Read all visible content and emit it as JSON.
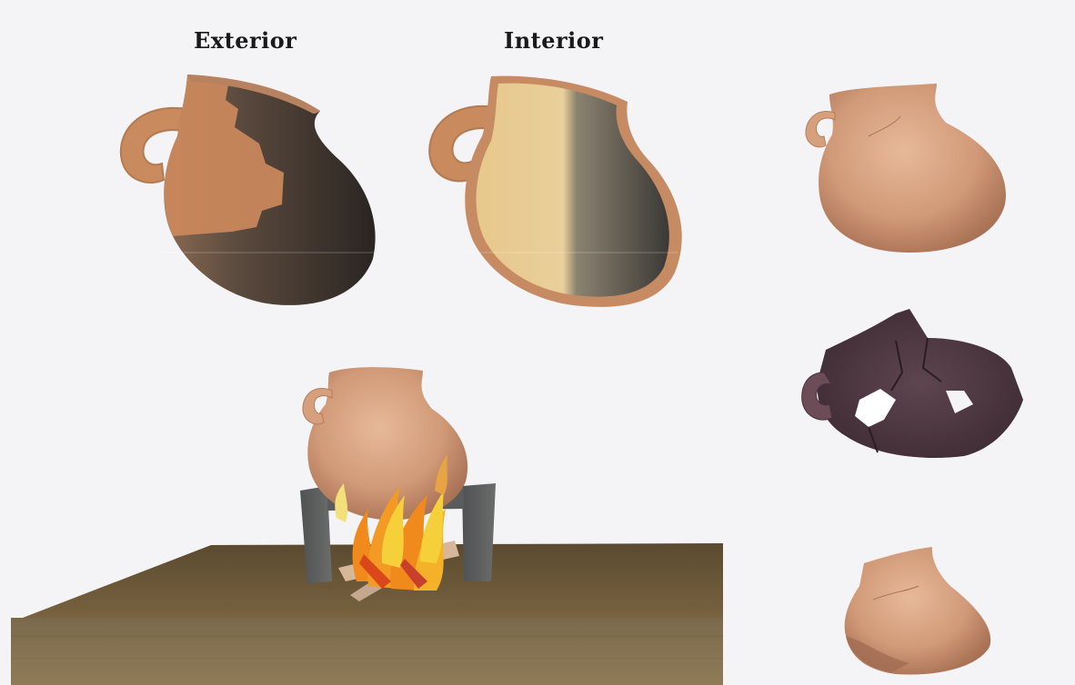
{
  "labels": {
    "exterior": "Exterior",
    "interior": "Interior"
  },
  "figures": [
    {
      "id": "exterior-jug-drawing",
      "icon": "jug-exterior-drawing"
    },
    {
      "id": "interior-jug-drawing",
      "icon": "jug-interior-drawing"
    },
    {
      "id": "jug-on-hearth",
      "icon": "jug-over-fire"
    },
    {
      "id": "jug-photo-intact",
      "icon": "jug-photo"
    },
    {
      "id": "jug-photo-burnt-fragments",
      "icon": "jug-fragments-photo"
    },
    {
      "id": "jug-photo-sherd",
      "icon": "jug-sherd-photo"
    }
  ],
  "colors": {
    "clay_light": "#d9a27a",
    "clay_mid": "#c98a5e",
    "soot_dark": "#2e2925",
    "interior_light": "#e9c98f",
    "burnt_purple": "#5a3e46",
    "ground_brown": "#6b5737",
    "flame_orange": "#f08a1c",
    "flame_yellow": "#f6d03a"
  }
}
